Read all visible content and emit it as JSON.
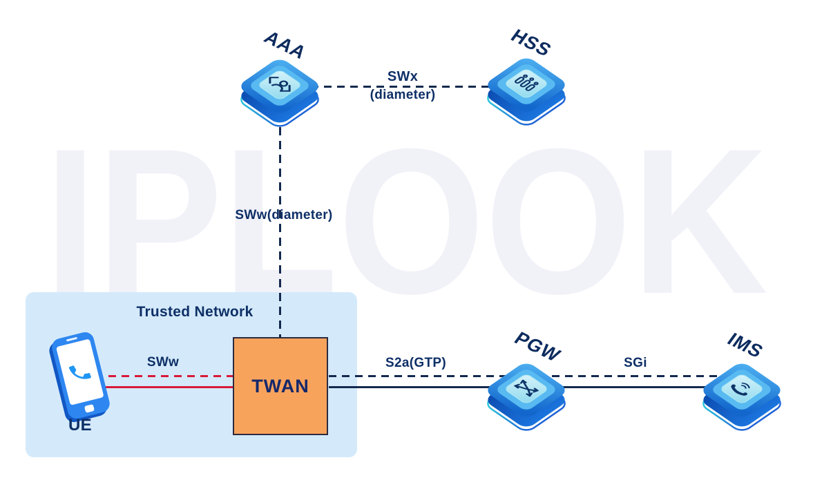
{
  "watermark": "IPLOOK",
  "colors": {
    "navy_text": "#0e2f66",
    "line_navy": "#13294e",
    "line_red": "#d91a38",
    "trusted_bg": "#d4eafb",
    "twan_orange": "#f8a35c",
    "node_blue_top": "#2f97ea",
    "node_blue_dark": "#0b4cb0",
    "node_panel_cyan": "#9fdcee",
    "accent_teal": "#2ecfdd",
    "watermark_gray": "#f1f1f8"
  },
  "trusted_network": {
    "title": "Trusted Network"
  },
  "nodes": {
    "aaa": {
      "label": "AAA",
      "icon": "user-brackets-icon"
    },
    "hss": {
      "label": "HSS",
      "icon": "subscriber-database-icon"
    },
    "pgw": {
      "label": "PGW",
      "icon": "routing-arrows-icon"
    },
    "ims": {
      "label": "IMS",
      "icon": "voip-handset-icon"
    },
    "ue": {
      "label": "UE",
      "icon": "smartphone-icon"
    },
    "twan": {
      "label": "TWAN"
    }
  },
  "links": {
    "swx": {
      "label_line1": "SWx",
      "label_line2": "(diameter)",
      "from": "AAA",
      "to": "HSS",
      "style": "dashed"
    },
    "sww_diameter": {
      "label": "SWw(diameter)",
      "from": "AAA",
      "to": "TWAN",
      "style": "dashed"
    },
    "sww": {
      "label": "SWw",
      "from": "UE",
      "to": "TWAN",
      "style": "dashed+solid"
    },
    "s2a": {
      "label": "S2a(GTP)",
      "from": "TWAN",
      "to": "PGW",
      "style": "dashed+solid"
    },
    "sgi": {
      "label": "SGi",
      "from": "PGW",
      "to": "IMS",
      "style": "dashed+solid"
    }
  }
}
